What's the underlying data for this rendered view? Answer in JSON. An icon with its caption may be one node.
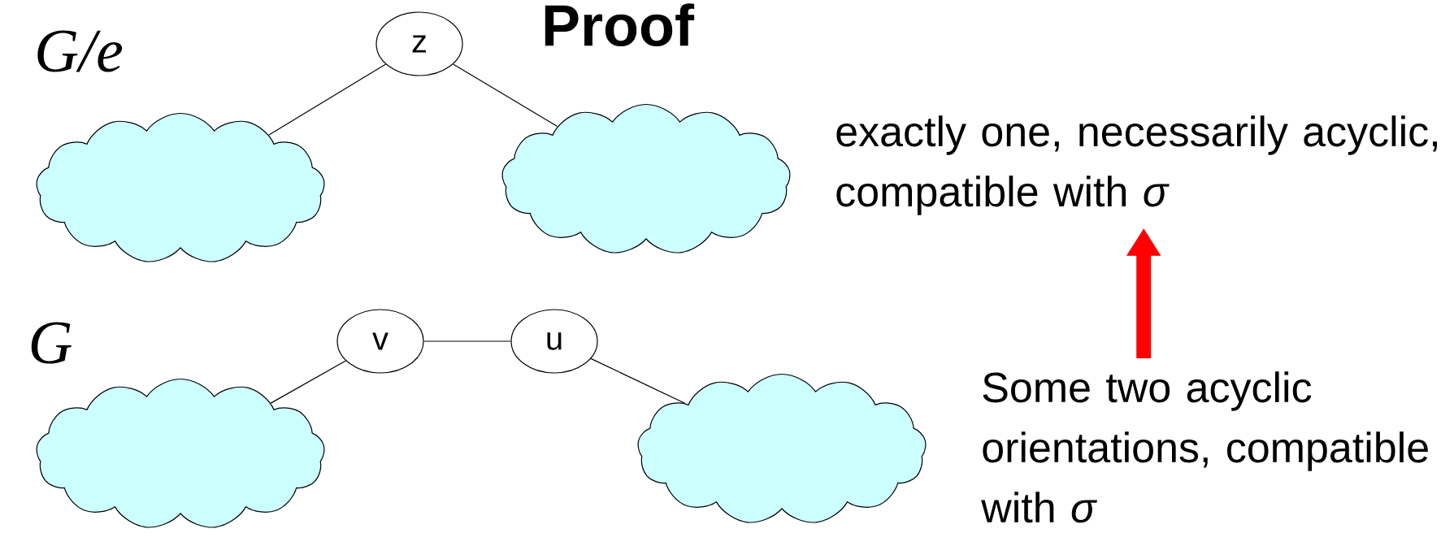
{
  "diagram": {
    "title": "Proof",
    "nodes": [
      {
        "text": [
          "z"
        ]
      },
      {
        "text": [],
        "shape": "cloud"
      },
      {
        "text": [],
        "shape": "cloud"
      },
      {
        "text": [
          "exactly one, necessarily acyclic, compatible with *σ*"
        ]
      },
      {
        "text": [
          "v"
        ]
      },
      {
        "text": [
          "u"
        ]
      },
      {
        "text": [],
        "shape": "cloud"
      },
      {
        "text": [],
        "shape": "cloud"
      },
      {
        "text": [
          "Some two acyclic orientations, compatible with *σ*"
        ]
      }
    ],
    "edges": [
      {
        "from": 0,
        "to": 1,
        "arrow": "none"
      },
      {
        "from": 0,
        "to": 2,
        "arrow": "none"
      },
      {
        "from": 4,
        "to": 6,
        "arrow": "none"
      },
      {
        "from": 4,
        "to": 5,
        "arrow": "none"
      },
      {
        "from": 5,
        "to": 7,
        "arrow": "none"
      },
      {
        "from": 8,
        "to": 3,
        "arrow": "to",
        "style": "thick",
        "color": "#ff0000"
      }
    ],
    "labels": [
      "G/e",
      "G"
    ]
  }
}
